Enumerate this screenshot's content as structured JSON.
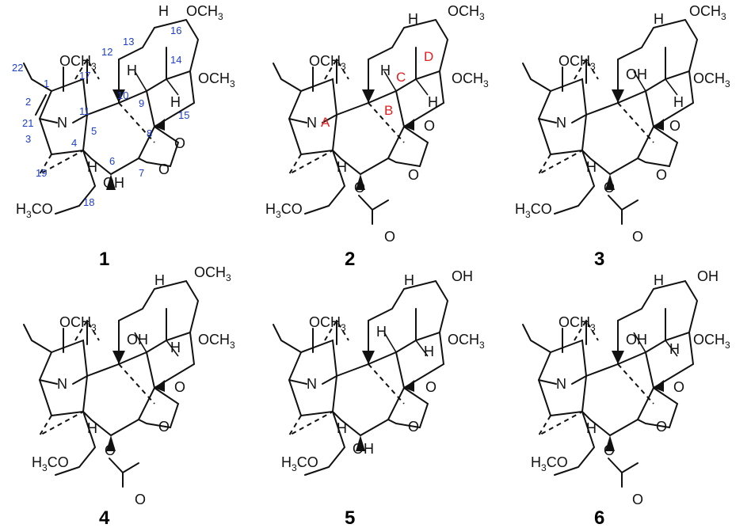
{
  "labels": {
    "OMe": "OCH",
    "three": "3",
    "H3C": "H",
    "O_end": "C",
    "OH": "OH",
    "H": "H",
    "O": "O",
    "N": "N"
  },
  "compound_ids": [
    "1",
    "2",
    "3",
    "4",
    "5",
    "6"
  ],
  "atom_numbers": [
    "1",
    "2",
    "3",
    "4",
    "5",
    "6",
    "7",
    "8",
    "9",
    "10",
    "11",
    "12",
    "13",
    "14",
    "15",
    "16",
    "17",
    "18",
    "19",
    "21",
    "22"
  ],
  "ring_labels": [
    "A",
    "B",
    "C",
    "D"
  ],
  "colors": {
    "numbering": "#1f3fc8",
    "ring_label": "#e02020",
    "bond": "#111111"
  }
}
